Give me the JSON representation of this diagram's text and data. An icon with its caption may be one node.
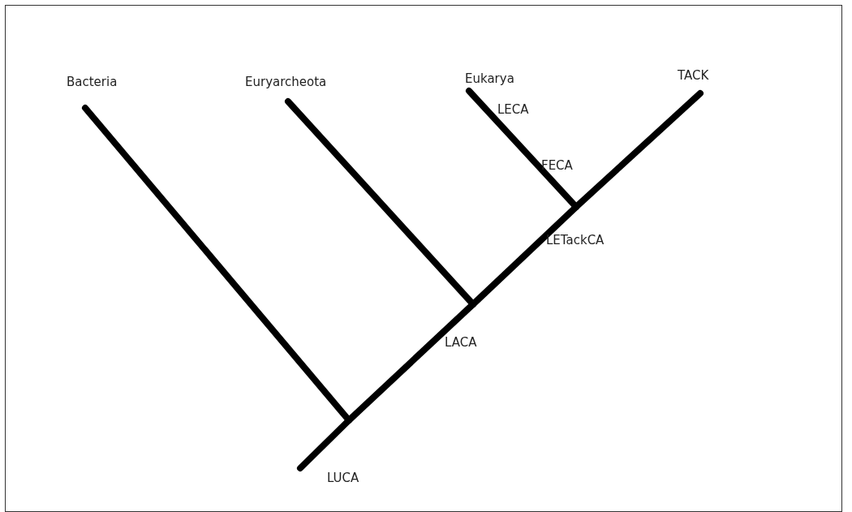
{
  "diagram": {
    "nodes": [
      {
        "text": [
          "Bacteria"
        ]
      },
      {
        "text": [
          "Euryarcheota"
        ]
      },
      {
        "text": [
          "Eukarya"
        ]
      },
      {
        "text": [
          "TACK"
        ]
      },
      {
        "text": [
          "LUCA"
        ]
      },
      {
        "text": [
          "LACA"
        ]
      },
      {
        "text": [
          "LETackCA"
        ]
      }
    ],
    "edges": [
      {
        "from": null,
        "to": 4,
        "arrow": "none"
      },
      {
        "from": 4,
        "to": 0,
        "arrow": "none"
      },
      {
        "from": 4,
        "to": 5,
        "arrow": "none"
      },
      {
        "from": 5,
        "to": 1,
        "arrow": "none"
      },
      {
        "from": 5,
        "to": 6,
        "arrow": "none"
      },
      {
        "from": 6,
        "to": 2,
        "arrow": "none"
      },
      {
        "from": 6,
        "to": 3,
        "arrow": "none"
      }
    ],
    "labels": [
      "LECA",
      "FECA"
    ]
  }
}
